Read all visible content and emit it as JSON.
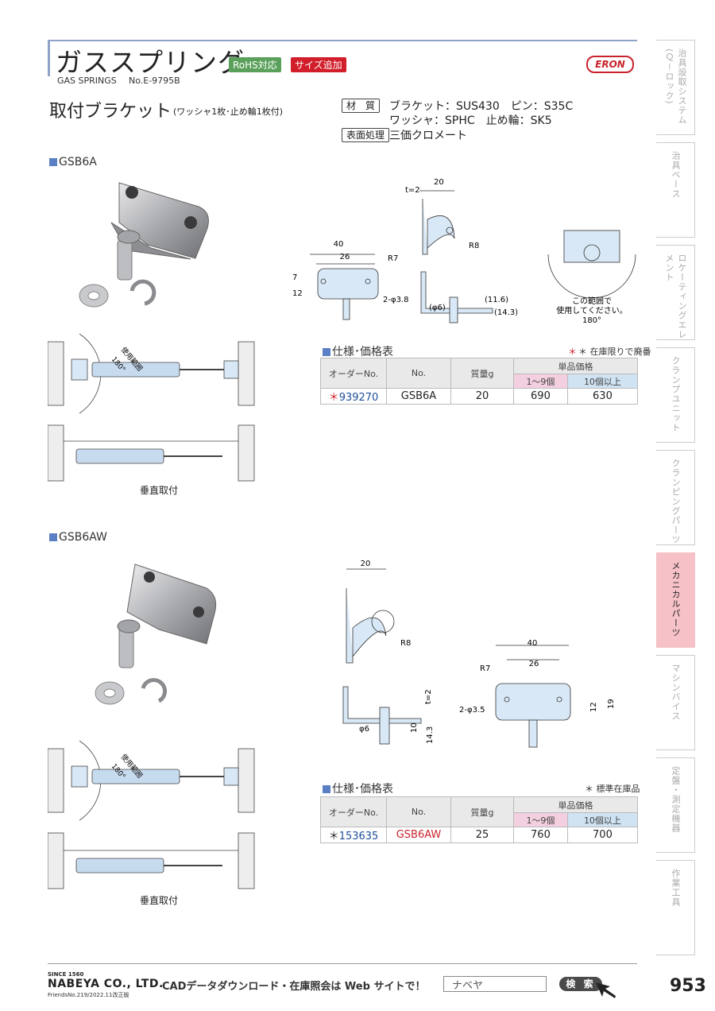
{
  "header": {
    "title_ja": "ガススプリング",
    "tag_rohs": "RoHS対応",
    "tag_size": "サイズ追加",
    "title_en": "GAS SPRINGS",
    "catalog_no": "No.E-9795B",
    "logo": "ERON"
  },
  "product": {
    "title": "取付ブラケット",
    "note": "(ワッシャ1枚･止め輪1枚付)",
    "material_label": "材　質",
    "material_line1": "ブラケット：SUS430　ピン：S35C",
    "material_line2": "ワッシャ：SPHC　止め輪：SK5",
    "surface_label": "表面処理",
    "surface_value": "三価クロメート"
  },
  "section1": {
    "name": "GSB6A",
    "usage_range": "使用範囲",
    "angle": "180°",
    "mount_caption": "垂直取付",
    "dims": {
      "t": "t=2",
      "w20": "20",
      "r8": "R8",
      "w40": "40",
      "w26": "26",
      "r7": "R7",
      "h12": "12",
      "h7": "7",
      "hole": "2-φ3.8",
      "pin": "(φ6)",
      "h11": "(11.6)",
      "h14": "(14.3)",
      "range_note1": "この範囲で",
      "range_note2": "使用してください。",
      "range_angle": "180°"
    },
    "table": {
      "title": "仕様･価格表",
      "note": "＊ 在庫限りで廃番",
      "headers": [
        "オーダーNo.",
        "No.",
        "質量g",
        "単品価格",
        "1～9個",
        "10個以上"
      ],
      "row": {
        "star": "＊",
        "order": "939270",
        "no": "GSB6A",
        "mass": "20",
        "p1": "690",
        "p2": "630"
      }
    }
  },
  "section2": {
    "name": "GSB6AW",
    "usage_range": "使用範囲",
    "angle": "180°",
    "mount_caption": "垂直取付",
    "dims": {
      "w20": "20",
      "r8": "R8",
      "t": "t=2",
      "pin": "φ6",
      "h10": "10",
      "h14": "14.3",
      "w40": "40",
      "w26": "26",
      "r7": "R7",
      "hole": "2-φ3.5",
      "h12": "12",
      "h19": "19"
    },
    "table": {
      "title": "仕様･価格表",
      "note": "＊ 標準在庫品",
      "headers": [
        "オーダーNo.",
        "No.",
        "質量g",
        "単品価格",
        "1～9個",
        "10個以上"
      ],
      "row": {
        "star": "＊",
        "order": "153635",
        "no": "GSB6AW",
        "mass": "25",
        "p1": "760",
        "p2": "700"
      }
    }
  },
  "side_tabs": [
    "治具設取システム(Ｑ－ロック)",
    "治具ベース",
    "ロケーティングエレメント",
    "クランプユニット",
    "クランピングパーツ",
    "メカニカルパーツ",
    "マシンバイス",
    "定盤・測定機器",
    "作業工具"
  ],
  "footer": {
    "since": "SINCE 1560",
    "company": "NABEYA CO., LTD.",
    "friends": "FriendsNo.219/2022.11改正版",
    "cad": "CADデータダウンロード・在庫照会は Web サイトで！",
    "search_value": "ナベヤ",
    "search_button": "検 索",
    "page_no": "953"
  },
  "colors": {
    "accent_blue": "#5a7fc4",
    "rohs_green": "#5aa05a",
    "red": "#d11e2a",
    "active_tab": "#f6c2c8"
  }
}
